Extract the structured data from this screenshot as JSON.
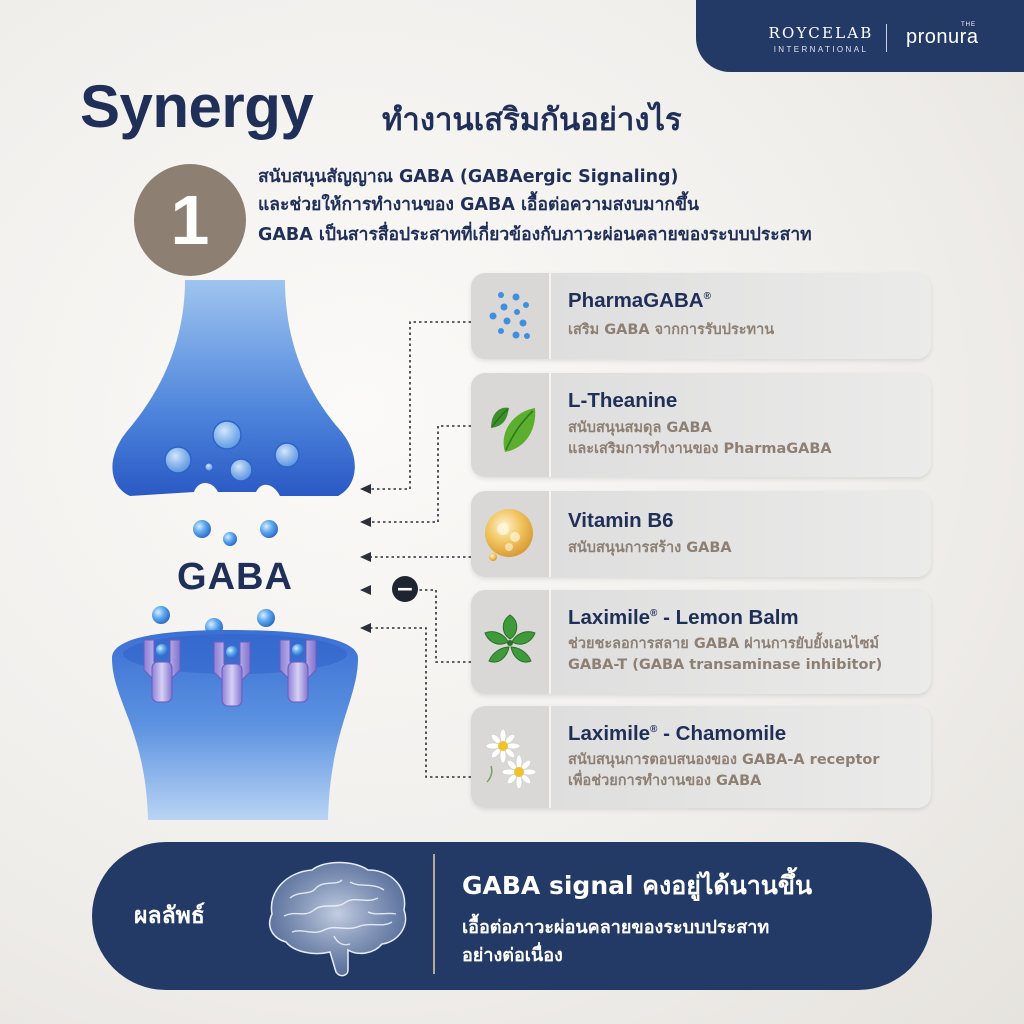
{
  "brand": {
    "roycelab": "ROYCELAB",
    "international": "INTERNATIONAL",
    "the": "THE",
    "pronura": "pronura"
  },
  "header": {
    "title_en": "Synergy",
    "title_th": "ทำงานเสริมกันอย่างไร"
  },
  "step": {
    "number": "1",
    "lines": [
      "สนับสนุนสัญญาณ GABA (GABAergic Signaling)",
      "และช่วยให้การทำงานของ GABA เอื้อต่อความสงบมากขึ้น",
      "GABA เป็นสารสื่อประสาทที่เกี่ยวข้องกับภาวะผ่อนคลายของระบบประสาท"
    ]
  },
  "diagram": {
    "gaba_label": "GABA",
    "inhibitor_symbol": "−"
  },
  "cards": [
    {
      "icon": "molecules-icon",
      "title": "PharmaGABA",
      "trademark": "®",
      "title_suffix": "",
      "lines": [
        "เสริม GABA จากการรับประทาน"
      ]
    },
    {
      "icon": "leaf-icon",
      "title": "L-Theanine",
      "trademark": "",
      "title_suffix": "",
      "lines": [
        "สนับสนุนสมดุล GABA",
        "และเสริมการทำงานของ PharmaGABA"
      ]
    },
    {
      "icon": "vitamin-capsule-icon",
      "title": "Vitamin B6",
      "trademark": "",
      "title_suffix": "",
      "lines": [
        "สนับสนุนการสร้าง GABA"
      ]
    },
    {
      "icon": "lemon-balm-icon",
      "title": "Laximile",
      "trademark": "®",
      "title_suffix": " - Lemon Balm",
      "lines": [
        "ช่วยชะลอการสลาย GABA ผ่านการยับยั้งเอนไซม์",
        "GABA-T (GABA transaminase inhibitor)"
      ]
    },
    {
      "icon": "chamomile-icon",
      "title": "Laximile",
      "trademark": "®",
      "title_suffix": " - Chamomile",
      "lines": [
        "สนับสนุนการตอบสนองของ GABA-A receptor",
        "เพื่อช่วยการทำงานของ GABA"
      ]
    }
  ],
  "result": {
    "label": "ผลลัพธ์",
    "heading": "GABA signal คงอยู่ได้นานขึ้น",
    "lines": [
      "เอื้อต่อภาวะผ่อนคลายของระบบประสาท",
      "อย่างต่อเนื่อง"
    ]
  },
  "colors": {
    "navy": "#243a66",
    "title_navy": "#1f2f57",
    "taupe": "#8e7f73",
    "synapse_blue": "#3f6fd6"
  }
}
